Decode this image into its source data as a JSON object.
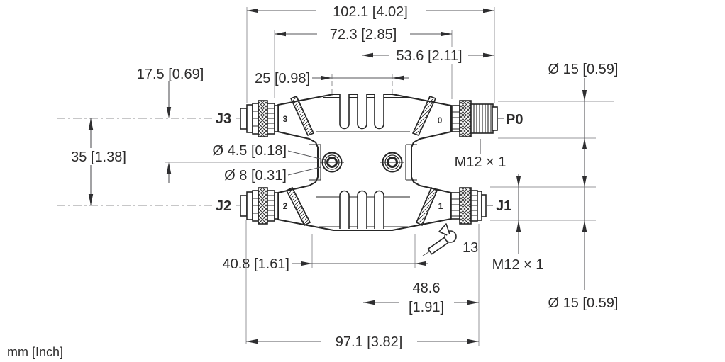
{
  "drawing": {
    "units_label": "mm [Inch]",
    "dimensions": {
      "overall_width": "102.1 [4.02]",
      "upper_width": "72.3 [2.85]",
      "upper_right_width": "53.6 [2.11]",
      "hole_spacing": "25 [0.98]",
      "port_to_hole_offset": "17.5 [0.69]",
      "port_pitch": "35 [1.38]",
      "mounting_hole_dia": "Ø 4.5 [0.18]",
      "counterbore_dia": "Ø 8 [0.31]",
      "body_width": "40.8 [1.61]",
      "lower_right_width_mm": "48.6",
      "lower_right_width_inch": "[1.91]",
      "lower_width": "97.1 [3.82]",
      "connector_dia_top": "Ø 15 [0.59]",
      "connector_dia_bottom": "Ø 15 [0.59]",
      "thread_spec_top": "M12 × 1",
      "thread_spec_bottom": "M12 × 1",
      "wrench_size": "13"
    },
    "ports": {
      "j3_label": "J3",
      "p0_label": "P0",
      "j2_label": "J2",
      "j1_label": "J1",
      "pin_3": "3",
      "pin_0": "0",
      "pin_2": "2",
      "pin_1": "1"
    }
  }
}
